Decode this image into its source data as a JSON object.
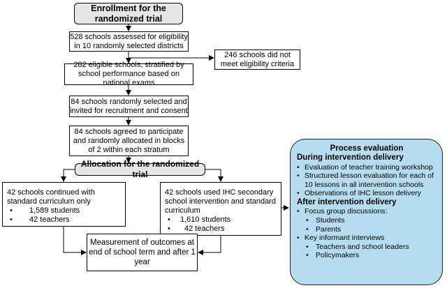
{
  "enrollment_title": "Enrollment for the randomized trial",
  "assessed": "528 schools assessed for eligibility in 10 randomly selected districts",
  "excluded": "246 schools did not meet eligibility criteria",
  "eligible": "282 eligible schools, stratified by school performance based on national exams",
  "selected": "84 schools randomly selected and invited for recruitment and consent",
  "agreed": "84 schools agreed to participate and randomly allocated in blocks of 2 within each stratum",
  "allocation_title": "Allocation for the randomized trial",
  "control": {
    "text": "42 schools continued with standard curriculum only",
    "students": "1,589 students",
    "teachers": "42 teachers"
  },
  "intervention": {
    "text": "42 schools used IHC secondary school intervention and standard curriculum",
    "students": "1,610 students",
    "teachers": "42 teachers"
  },
  "outcomes": "Measurement of outcomes at end of school term and after 1 year",
  "process": {
    "title": "Process evaluation",
    "during_heading": "During intervention delivery",
    "during_items": [
      "Evaluation of teacher training workshop",
      "Structured lesson evaluation for each of 10 lessons in all intervention schools",
      "Observations of IHC lesson delivery"
    ],
    "after_heading": "After intervention delivery",
    "focus_groups": "Focus group discussions:",
    "fg_students": "Students",
    "fg_parents": "Parents",
    "key_informants": "Key informant interviews",
    "ki_teachers": "Teachers and school leaders",
    "ki_policymakers": "Policymakers"
  }
}
